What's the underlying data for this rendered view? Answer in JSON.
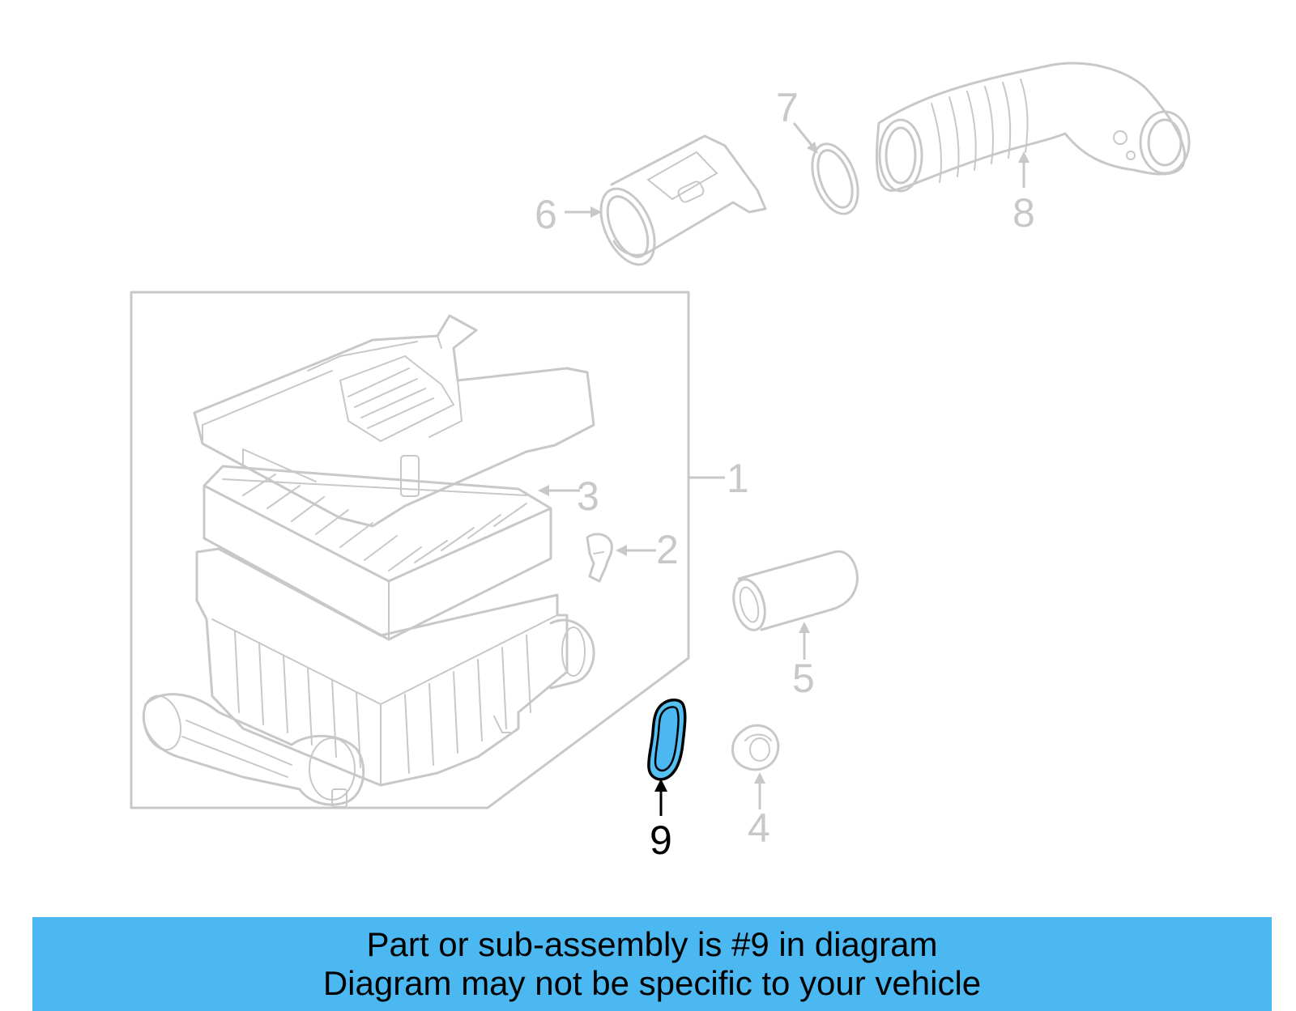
{
  "colors": {
    "line_art": "#c8c8c8",
    "highlight_fill": "#55c1f2",
    "highlight_stroke": "#000000",
    "banner_bg": "#4bb8f2",
    "text": "#000000"
  },
  "callouts": {
    "c1": "1",
    "c2": "2",
    "c3": "3",
    "c4": "4",
    "c5": "5",
    "c6": "6",
    "c7": "7",
    "c8": "8",
    "c9": "9"
  },
  "highlighted_part": "9",
  "banner": {
    "line1": "Part or sub-assembly is #9 in diagram",
    "line2": "Diagram may not be specific to your vehicle"
  }
}
